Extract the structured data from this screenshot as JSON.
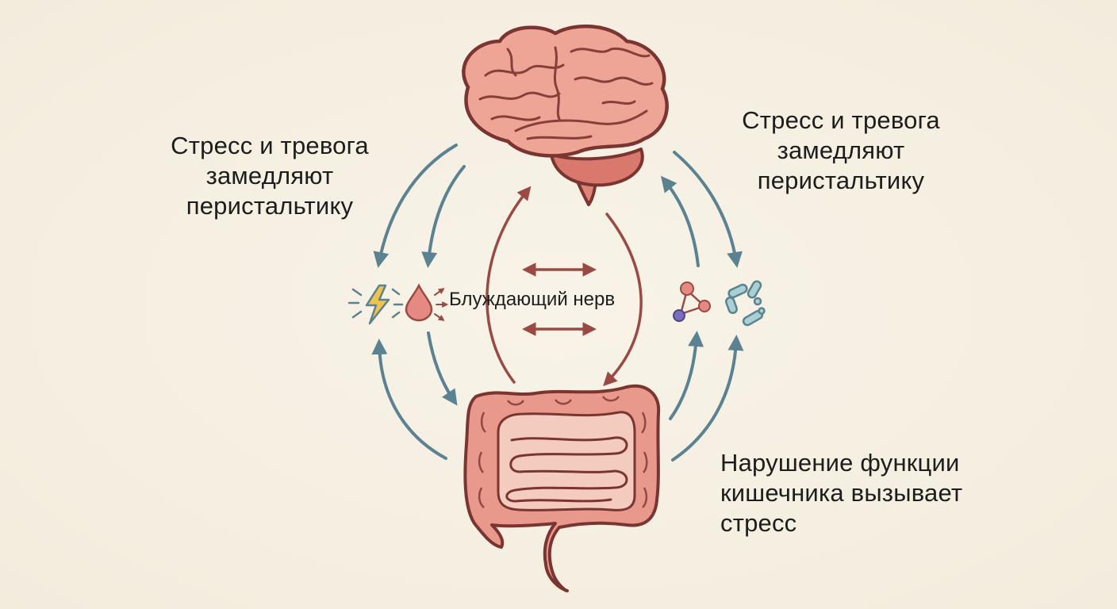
{
  "labels": {
    "top_left": [
      "Стресс и тревога",
      "замедляют",
      "перистальтику"
    ],
    "top_right": [
      "Стресс и тревога",
      "замедляют",
      "перистальтику"
    ],
    "bottom_right": [
      "Нарушение функции",
      "кишечника вызывает",
      "стресс"
    ],
    "center": "Блуждающий нерв"
  },
  "colors": {
    "outer_arrows": "#5b8290",
    "inner_arrows": "#9a4a43",
    "organ_fill": "#e8998c",
    "organ_outline": "#7b3530",
    "background": "#f5efe2"
  },
  "icons": [
    "lightning-icon",
    "blood-drop-icon",
    "molecule-icon",
    "bacteria-icon",
    "brain-icon",
    "intestine-icon"
  ]
}
